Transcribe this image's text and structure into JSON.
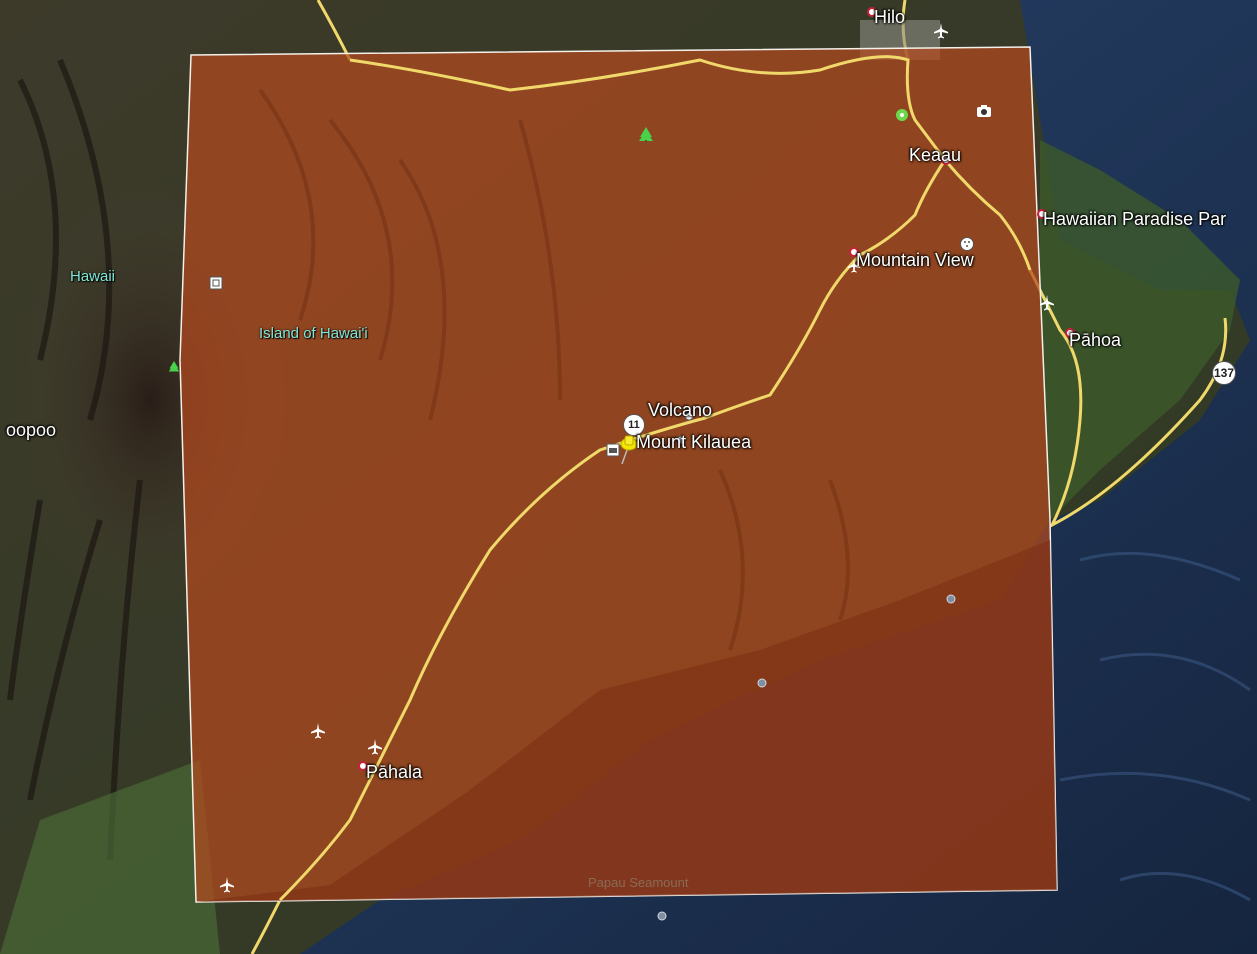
{
  "map": {
    "places": {
      "hilo": "Hilo",
      "keaau": "Keaau",
      "hawaiian_paradise_park": "Hawaiian Paradise Par",
      "mountain_view": "Mountain View",
      "pahoa": "Pāhoa",
      "volcano": "Volcano",
      "mount_kilauea": "Mount Kilauea",
      "pahala": "Pāhala",
      "hawaii": "Hawaii",
      "island_of_hawaii": "Island of Hawai'i",
      "oopoo": "oopoo",
      "papau_seamount": "Papau Seamount"
    },
    "routes": {
      "route_11": "11",
      "route_137": "137"
    },
    "overlay_color": "#b34a1e",
    "road_color": "#f0d96a",
    "ocean_color": "#1f3658",
    "icons": [
      "airport-icon",
      "park-icon",
      "camera-icon",
      "golf-icon",
      "poi-icon",
      "place-marker-icon",
      "yellow-pushpin-icon"
    ]
  }
}
